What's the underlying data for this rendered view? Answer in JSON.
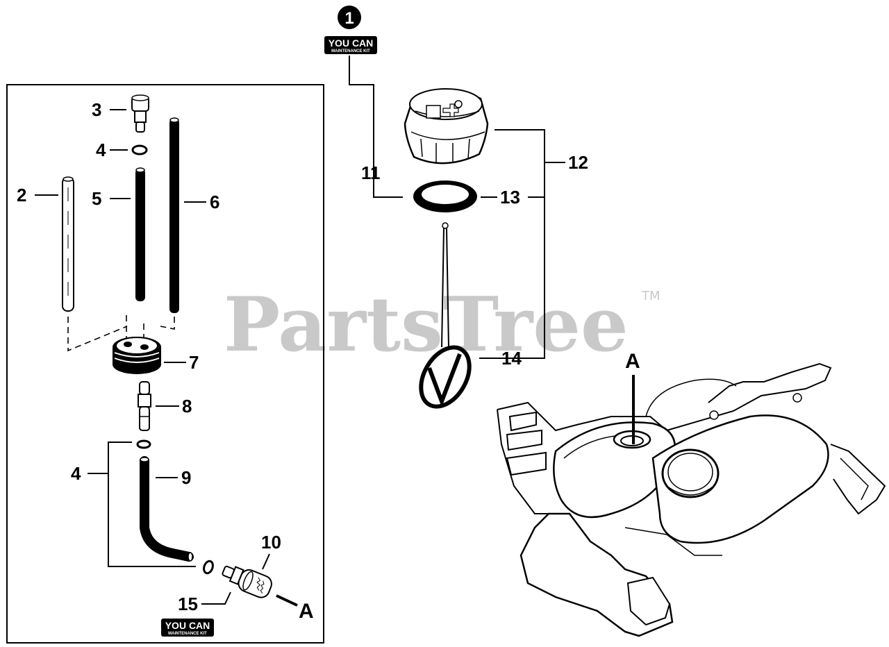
{
  "watermark": {
    "text": "PartsTree",
    "trademark": "TM"
  },
  "kit_badge": {
    "number": "1",
    "line1": "YOU CAN",
    "line2": "MAINTENANCE KIT"
  },
  "callouts": {
    "c1": "1",
    "c2": "2",
    "c3": "3",
    "c4a": "4",
    "c4b": "4",
    "c5": "5",
    "c6": "6",
    "c7": "7",
    "c8": "8",
    "c9": "9",
    "c10": "10",
    "c11": "11",
    "c12": "12",
    "c13": "13",
    "c14": "14",
    "c15": "15"
  },
  "connection": {
    "label_filter": "A",
    "label_tank": "A"
  },
  "colors": {
    "line": "#000000",
    "watermark": "#c9c9c9",
    "background": "#ffffff"
  }
}
